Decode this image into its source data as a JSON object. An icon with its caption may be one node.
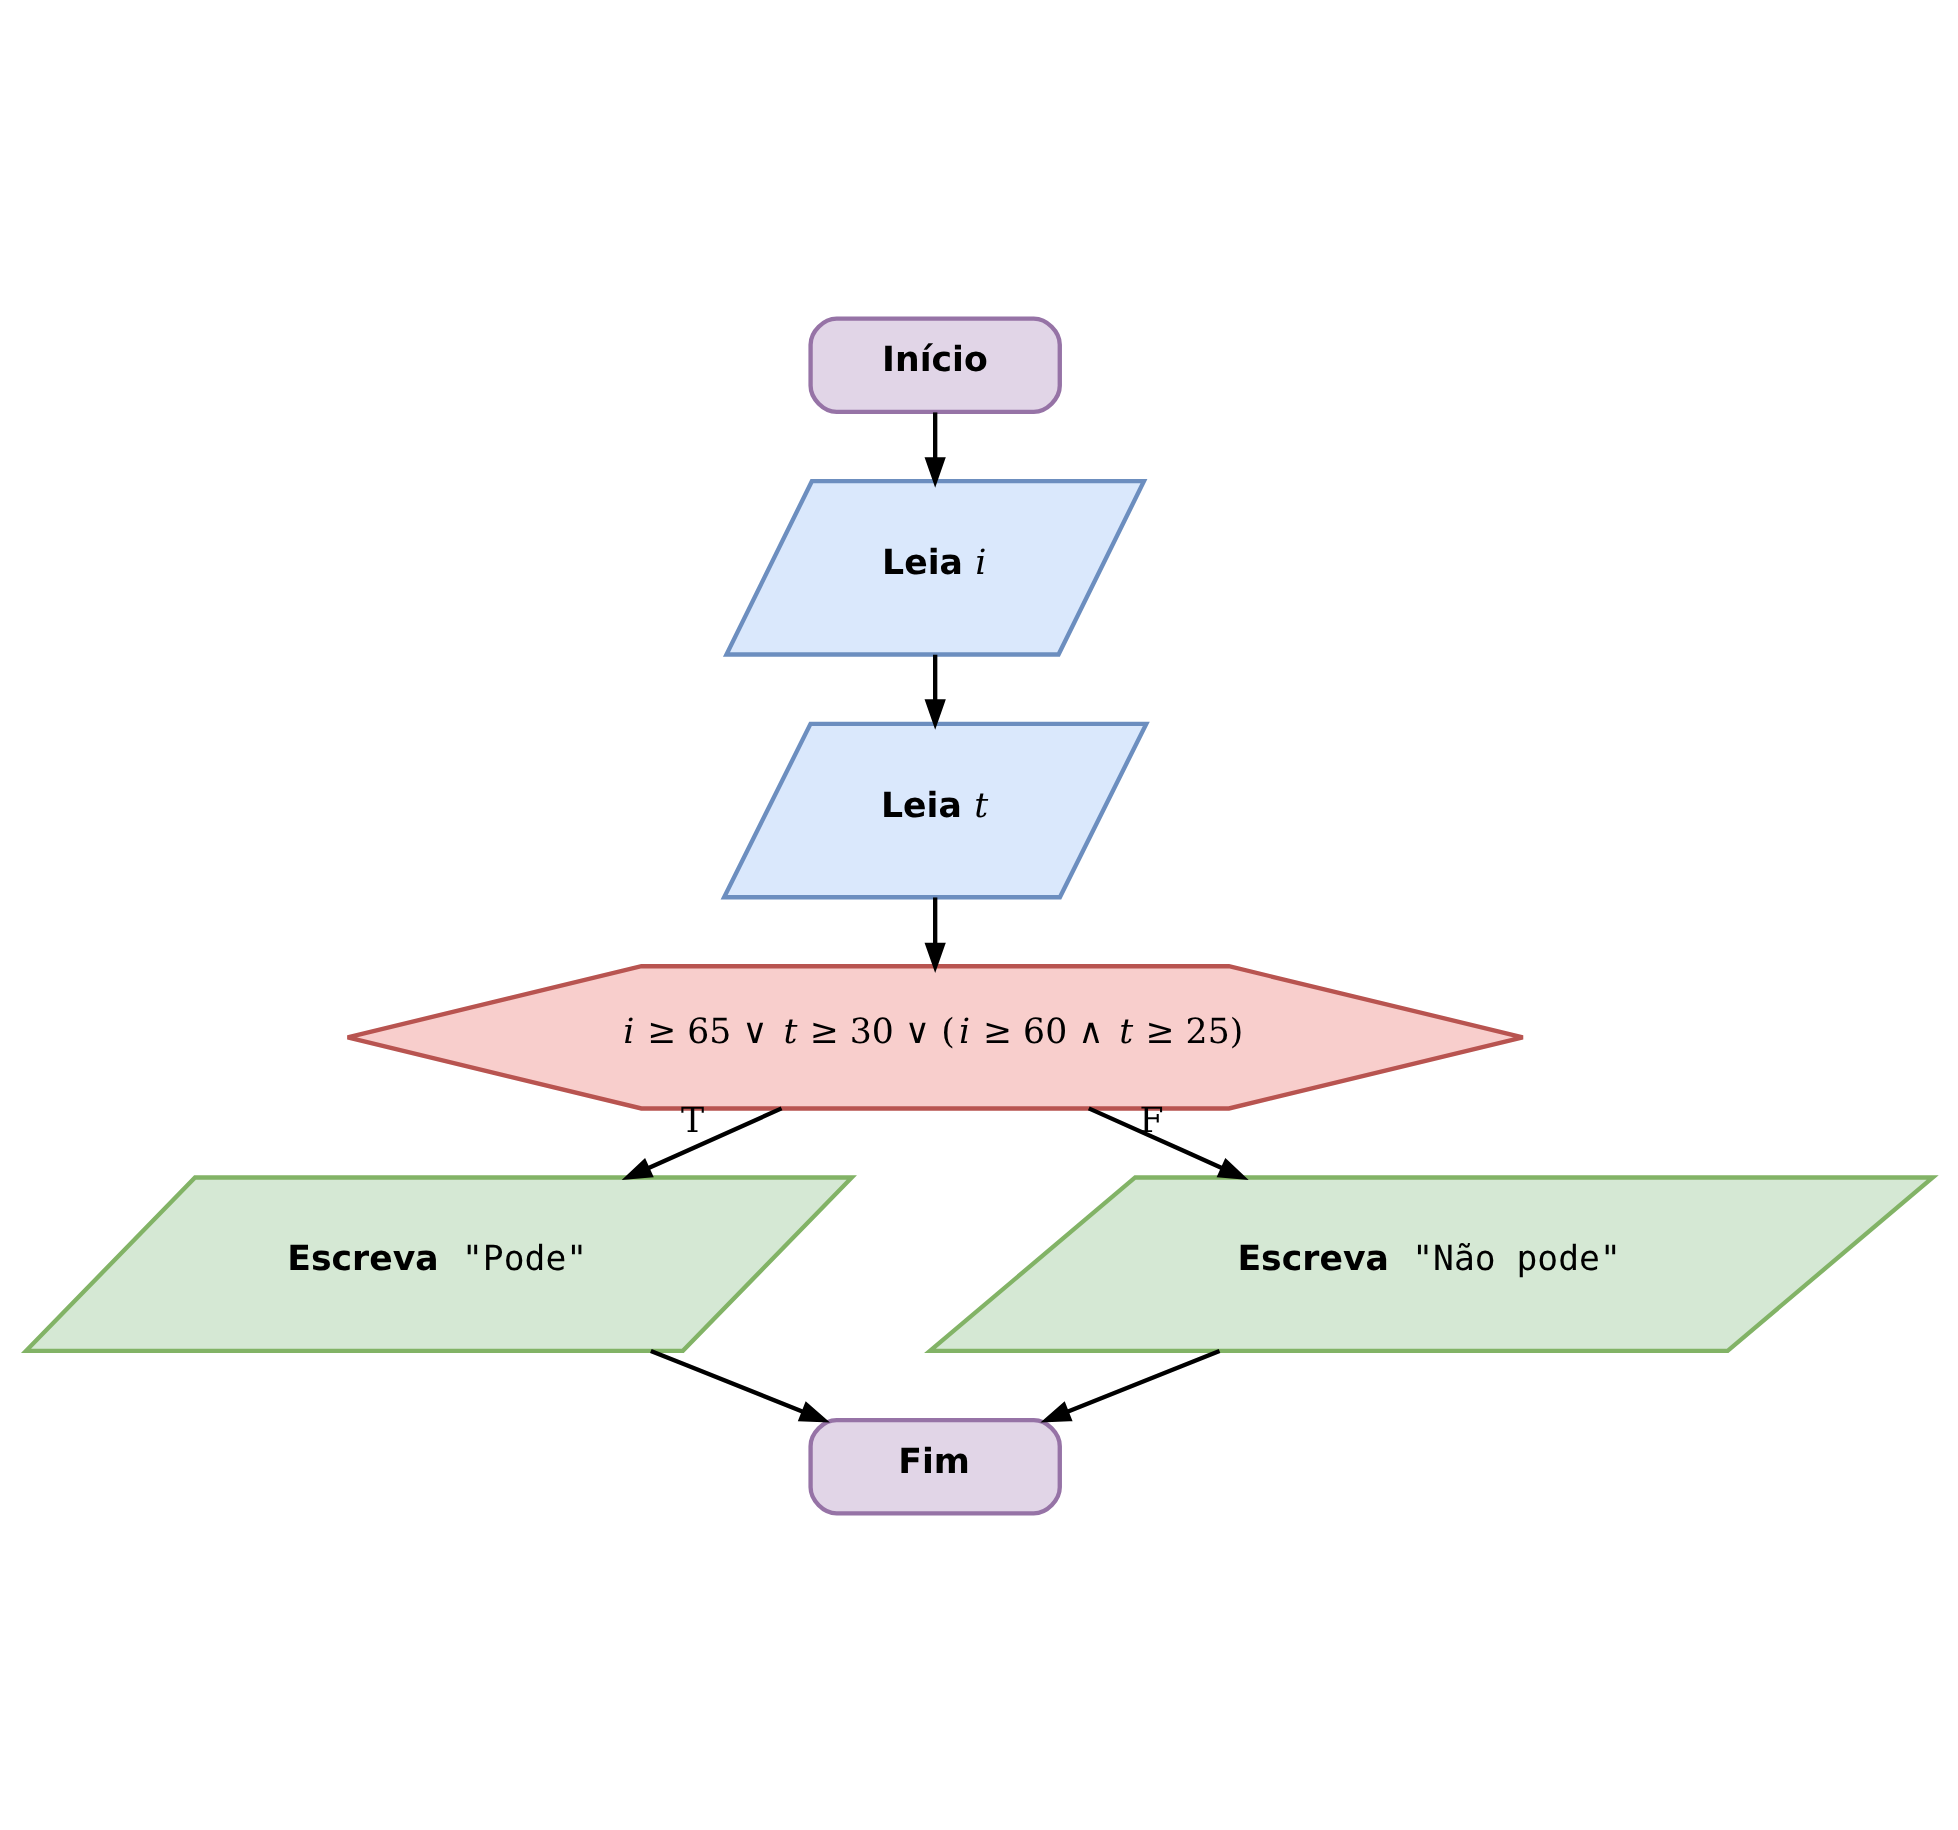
{
  "diagram": {
    "nodes": [
      {
        "text": [
          "**Início**"
        ]
      },
      {
        "text": [
          "**Leia** *i*"
        ]
      },
      {
        "text": [
          "**Leia** *t*"
        ]
      },
      {
        "text": [
          "*i* ≥ 65 ∨ *t* ≥ 30 ∨ (*i* ≥ 60 ∧ *t* ≥ 25)"
        ]
      },
      {
        "text": [
          "**Escreva** \"Pode\""
        ]
      },
      {
        "text": [
          "**Escreva** \"Não pode\""
        ]
      },
      {
        "text": [
          "**Fim**"
        ]
      }
    ],
    "edges": [
      {
        "from": 0,
        "to": 1,
        "arrow": "to"
      },
      {
        "from": 1,
        "to": 2,
        "arrow": "to"
      },
      {
        "from": 2,
        "to": 3,
        "arrow": "to"
      },
      {
        "from": 3,
        "to": 4,
        "arrow": "to",
        "label": "T"
      },
      {
        "from": 3,
        "to": 5,
        "arrow": "to",
        "label": "F"
      },
      {
        "from": 4,
        "to": 6,
        "arrow": "to"
      },
      {
        "from": 5,
        "to": 6,
        "arrow": "to"
      }
    ]
  }
}
